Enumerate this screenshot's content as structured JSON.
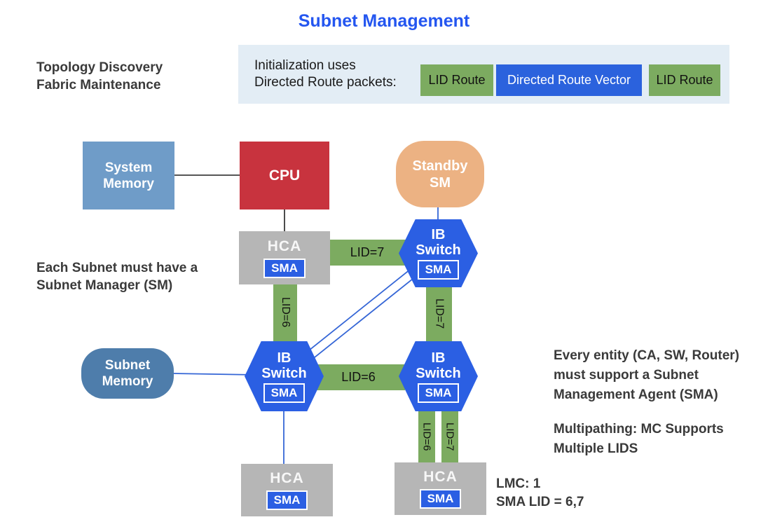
{
  "title": "Subnet Management",
  "banner": {
    "line1": "Initialization uses",
    "line2": "Directed Route packets:",
    "chips": [
      {
        "label": "LID Route"
      },
      {
        "label": "Directed Route Vector"
      },
      {
        "label": "LID Route"
      }
    ]
  },
  "notes": {
    "topology_line1": "Topology Discovery",
    "topology_line2": "Fabric Maintenance",
    "subnet_line1": "Each Subnet must have a",
    "subnet_line2": "Subnet Manager (SM)",
    "sma_line1": "Every entity (CA, SW, Router)",
    "sma_line2": "must support a Subnet",
    "sma_line3": "Management Agent (SMA)",
    "multipath_line1": "Multipathing: MC Supports",
    "multipath_line2": "Multiple LIDS",
    "lmc_line1": "LMC: 1",
    "lmc_line2": "SMA LID = 6,7"
  },
  "nodes": {
    "system_memory": {
      "line1": "System",
      "line2": "Memory"
    },
    "cpu": {
      "label": "CPU"
    },
    "standby_sm": {
      "line1": "Standby",
      "line2": "SM"
    },
    "subnet_memory": {
      "line1": "Subnet",
      "line2": "Memory"
    },
    "hca_top": {
      "label": "HCA",
      "badge": "SMA"
    },
    "hca_bottom_left": {
      "label": "HCA",
      "badge": "SMA"
    },
    "hca_bottom_right": {
      "label": "HCA",
      "badge": "SMA"
    },
    "switch_top": {
      "line1": "IB",
      "line2": "Switch",
      "badge": "SMA"
    },
    "switch_left": {
      "line1": "IB",
      "line2": "Switch",
      "badge": "SMA"
    },
    "switch_right": {
      "line1": "IB",
      "line2": "Switch",
      "badge": "SMA"
    }
  },
  "links": {
    "hca_to_top_switch": "LID=7",
    "hca_down_left": "LID=6",
    "top_switch_down": "LID=7",
    "left_to_right_switch": "LID=6",
    "bottom_left": "LID=6",
    "bottom_right": "LID=7"
  },
  "colors": {
    "title_blue": "#2456f0",
    "switch_blue": "#2b5fe3",
    "chip_blue": "#2b62dd",
    "link_green": "#7cab60",
    "cpu_red": "#c8333e",
    "system_memory_blue": "#6f9cc8",
    "subnet_memory_blue": "#4e7dab",
    "standby_orange": "#ecb283",
    "hca_gray": "#b6b6b6",
    "banner_bg": "#e3edf5",
    "wire_blue": "#3566d6",
    "wire_black": "#1f1f1f",
    "note_text": "#3a3a3a",
    "label_dark": "#111111"
  }
}
